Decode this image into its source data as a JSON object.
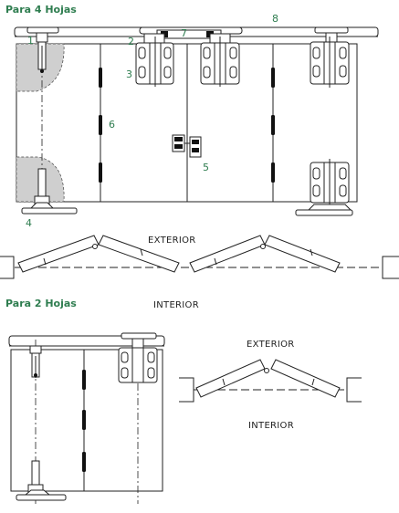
{
  "section_titles": {
    "four_leaves": "Para 4 Hojas",
    "two_leaves": "Para 2 Hojas"
  },
  "callouts": {
    "c1": "1",
    "c2": "2",
    "c3": "3",
    "c4": "4",
    "c5": "5",
    "c6": "6",
    "c7": "7",
    "c8": "8"
  },
  "side_labels": {
    "exterior_top": "EXTERIOR",
    "interior_top": "INTERIOR",
    "exterior_bottom": "EXTERIOR",
    "interior_bottom": "INTERIOR"
  },
  "colors": {
    "accent_green": "#2e7d4f",
    "line": "#222222",
    "shade": "#cfcfcf"
  }
}
